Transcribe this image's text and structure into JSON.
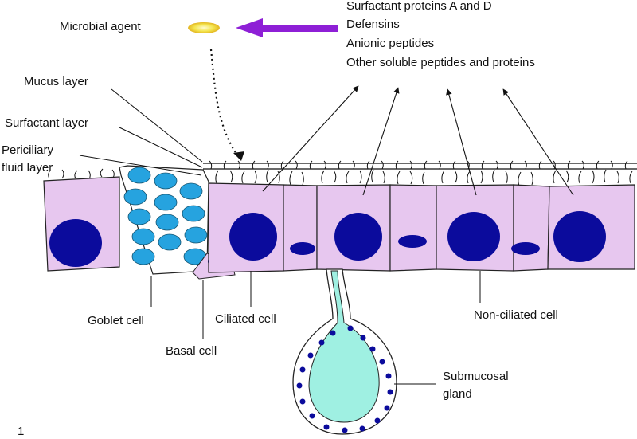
{
  "labels": {
    "microbial_agent": "Microbial agent",
    "mucus_layer": "Mucus layer",
    "surfactant_layer": "Surfactant layer",
    "periciliary_line1": "Periciliary",
    "periciliary_line2": "fluid layer",
    "goblet_cell": "Goblet cell",
    "ciliated_cell": "Ciliated cell",
    "basal_cell": "Basal cell",
    "non_ciliated_cell": "Non-ciliated cell",
    "submucosal_line1": "Submucosal",
    "submucosal_line2": "gland",
    "figure_number": "1"
  },
  "secreted_factors": [
    "Surfactant proteins A and D",
    "Defensins",
    "Anionic peptides",
    "Other soluble peptides and proteins"
  ],
  "colors": {
    "cell_fill": "#e7c7ef",
    "nucleus": "#0b0b9c",
    "goblet_granule": "#26a3df",
    "gland_lumen": "#9ff0e2",
    "arrow_purple": "#8e1fd6",
    "microbe": "#f0e04c"
  }
}
